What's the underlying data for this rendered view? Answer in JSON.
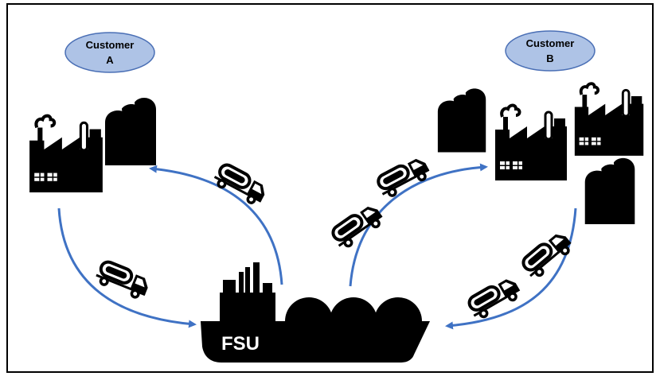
{
  "customers": [
    {
      "line1": "Customer",
      "line2": "A"
    },
    {
      "line1": "Customer",
      "line2": "B"
    }
  ],
  "vessel": {
    "label": "FSU"
  },
  "colors": {
    "ellipse_fill": "#aec3e6",
    "ellipse_stroke": "#4a6fb5",
    "arrow": "#3f72c4",
    "silhouette": "#000000"
  },
  "icons": [
    "factory-icon",
    "storage-tank-icon",
    "tanker-truck-icon",
    "lng-ship-icon",
    "curved-arrow-icon"
  ]
}
